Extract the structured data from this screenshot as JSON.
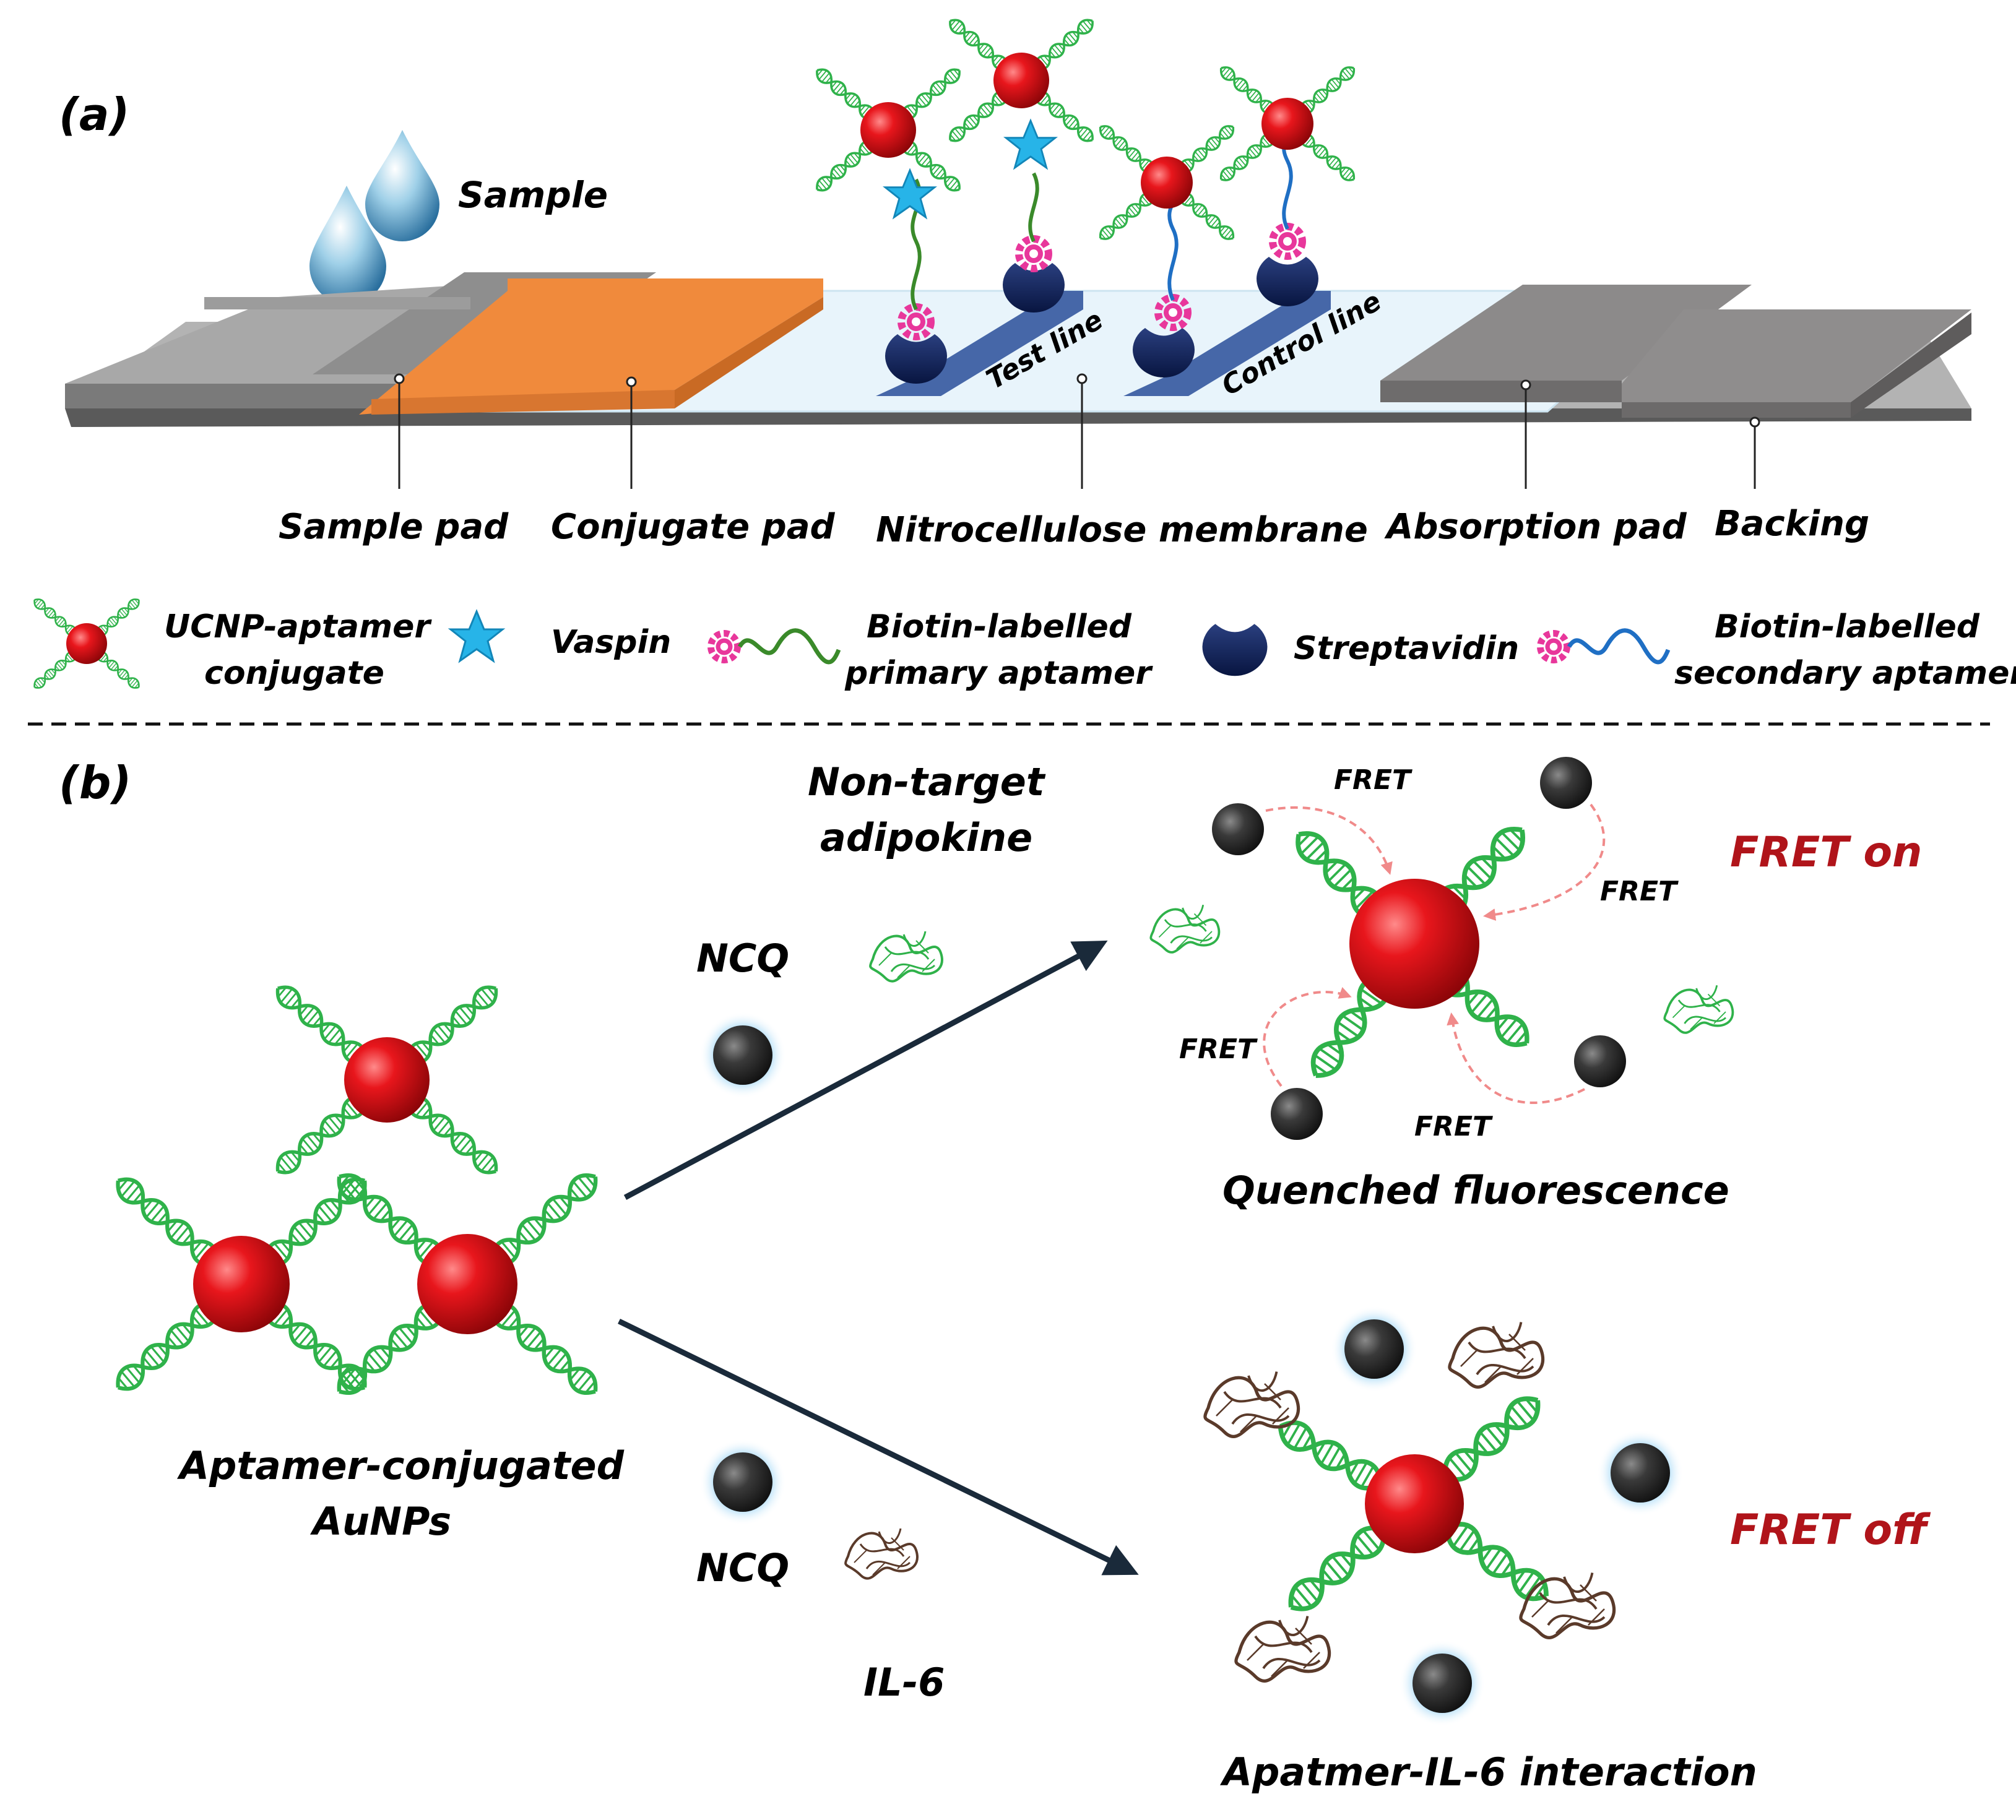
{
  "panels": {
    "a": "(a)",
    "b": "(b)"
  },
  "strip": {
    "sample": "Sample",
    "test_line": "Test line",
    "control_line": "Control line",
    "labels": {
      "sample_pad": "Sample pad",
      "conjugate_pad": "Conjugate pad",
      "nitrocellulose": "Nitrocellulose membrane",
      "absorption_pad": "Absorption pad",
      "backing": "Backing"
    }
  },
  "legend": {
    "ucnp_line1": "UCNP-aptamer",
    "ucnp_line2": "conjugate",
    "vaspin": "Vaspin",
    "biotin_primary_line1": "Biotin-labelled",
    "biotin_primary_line2": "primary aptamer",
    "streptavidin": "Streptavidin",
    "biotin_secondary_line1": "Biotin-labelled",
    "biotin_secondary_line2": "secondary aptamer"
  },
  "panel_b": {
    "non_target_line1": "Non-target",
    "non_target_line2": "adipokine",
    "ncq_top": "NCQ",
    "ncq_bottom": "NCQ",
    "il6": "IL-6",
    "aptamer_aunps_line1": "Aptamer-conjugated",
    "aptamer_aunps_line2": "AuNPs",
    "fret": "FRET",
    "fret_on": "FRET on",
    "fret_off": "FRET off",
    "quenched": "Quenched fluorescence",
    "interaction": "Apatmer-IL-6 interaction"
  },
  "colors": {
    "sphere_red": "#e0161b",
    "aptamer_green": "#2fb24a",
    "primary_aptamer": "#3a8a2a",
    "secondary_aptamer": "#1f6fc4",
    "streptavidin": "#0e2258",
    "biotin_pink": "#e8379b",
    "vaspin_blue": "#27b4e8",
    "conjugate_pad": "#f08a3c",
    "pad_gray": "#8a8a8a",
    "membrane": "#e3f1fa",
    "line_blue": "#4667a8",
    "fret_text": "#b0141a",
    "arrow": "#1a2a3a",
    "quencher": "#2e2e2e",
    "il6_brown": "#5a3a2a"
  }
}
